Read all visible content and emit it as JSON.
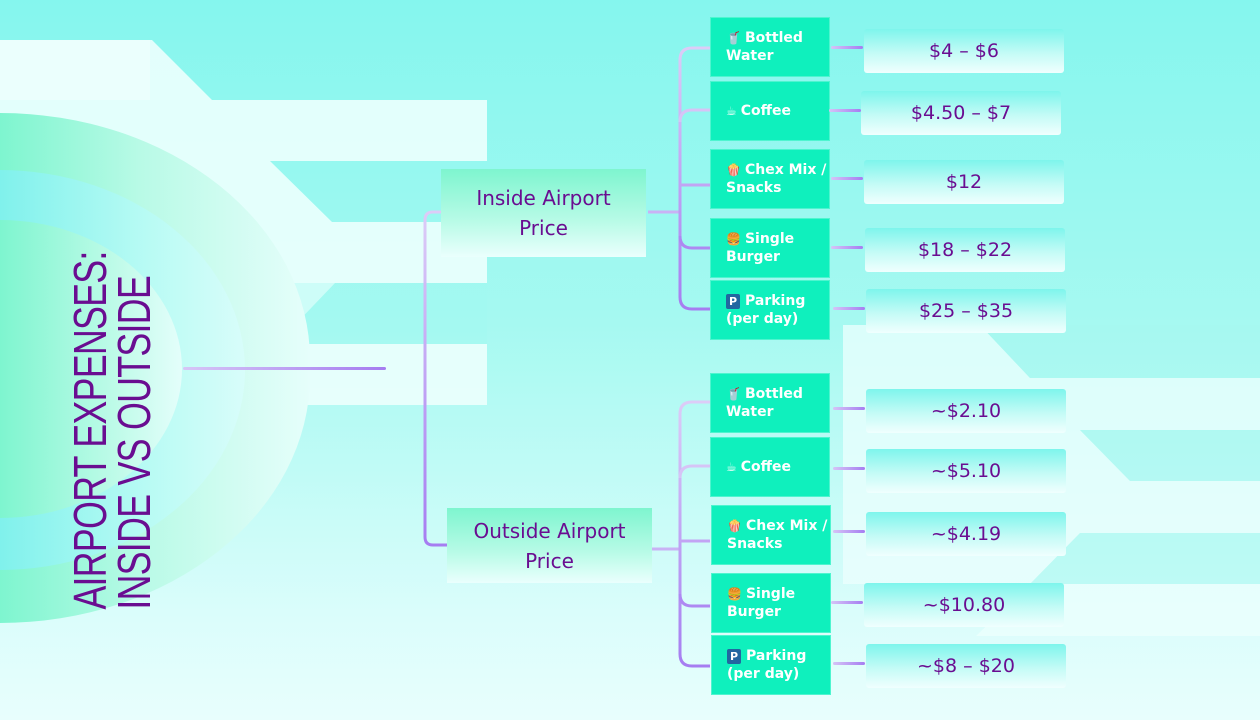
{
  "title": {
    "line1": "AIRPORT EXPENSES:",
    "line2": "INSIDE VS OUTSIDE"
  },
  "colors": {
    "title_text": "#6a0d91",
    "item_fill": "#0ff0bd",
    "connector": "#a67df1",
    "background_top": "#85f6ee",
    "background_bottom": "#e8fefd"
  },
  "branches": [
    {
      "label": "Inside Airport Price",
      "items": [
        {
          "icon": "cup-with-straw-icon",
          "glyph": "🥤",
          "label": "Bottled Water",
          "price": "$4 – $6"
        },
        {
          "icon": "hot-beverage-icon",
          "glyph": "☕",
          "label": "Coffee",
          "price": "$4.50 – $7"
        },
        {
          "icon": "popcorn-icon",
          "glyph": "🍿",
          "label": "Chex Mix / Snacks",
          "price": "$12"
        },
        {
          "icon": "hamburger-icon",
          "glyph": "🍔",
          "label": "Single Burger",
          "price": "$18 – $22"
        },
        {
          "icon": "parking-icon",
          "glyph": "P",
          "label": "Parking (per day)",
          "price": "$25 – $35"
        }
      ]
    },
    {
      "label": "Outside Airport Price",
      "items": [
        {
          "icon": "cup-with-straw-icon",
          "glyph": "🥤",
          "label": "Bottled Water",
          "price": "~$2.10"
        },
        {
          "icon": "hot-beverage-icon",
          "glyph": "☕",
          "label": "Coffee",
          "price": "~$5.10"
        },
        {
          "icon": "popcorn-icon",
          "glyph": "🍿",
          "label": "Chex Mix / Snacks",
          "price": "~$4.19"
        },
        {
          "icon": "hamburger-icon",
          "glyph": "🍔",
          "label": "Single Burger",
          "price": "~$10.80"
        },
        {
          "icon": "parking-icon",
          "glyph": "P",
          "label": "Parking (per day)",
          "price": "~$8 – $20"
        }
      ]
    }
  ]
}
